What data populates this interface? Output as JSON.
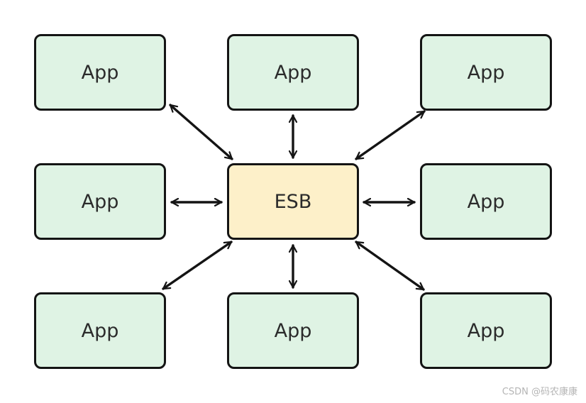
{
  "diagram": {
    "hub": {
      "label": "ESB",
      "fill": "#fdf0c9"
    },
    "nodes": [
      {
        "label": "App"
      },
      {
        "label": "App"
      },
      {
        "label": "App"
      },
      {
        "label": "App"
      },
      {
        "label": "App"
      },
      {
        "label": "App"
      },
      {
        "label": "App"
      },
      {
        "label": "App"
      }
    ],
    "node_fill": "#dff3e4",
    "stroke_color": "#141414",
    "connection": "bidirectional"
  },
  "watermark": "CSDN @码农康康"
}
